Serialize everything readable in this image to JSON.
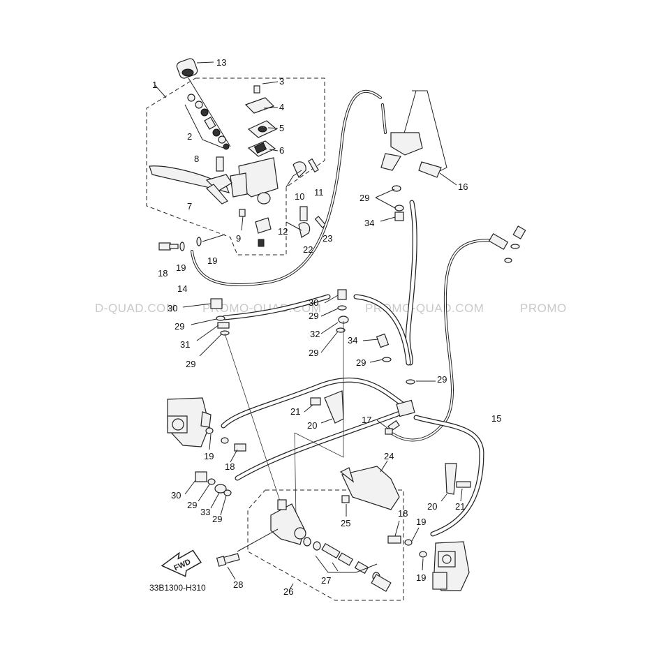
{
  "diagram_code": "33B1300-H310",
  "fwd_label": "FWD",
  "watermark": "PROMO-QUAD.COM",
  "watermark_fragments": {
    "left": "D-QUAD.COM",
    "right": "PROMO"
  },
  "callouts": {
    "c13": "13",
    "c1": "1",
    "c3": "3",
    "c4": "4",
    "c5": "5",
    "c2": "2",
    "c6": "6",
    "c8": "8",
    "c11": "11",
    "c10": "10",
    "c7": "7",
    "c12": "12",
    "c9": "9",
    "c22": "22",
    "c23": "23",
    "c18a": "18",
    "c19a": "19",
    "c19b": "19",
    "c14": "14",
    "c16": "16",
    "c29a": "29",
    "c34a": "34",
    "c30a": "30",
    "c29b": "29",
    "c31": "31",
    "c29c": "29",
    "c30b": "30",
    "c29d": "29",
    "c32": "32",
    "c34b": "34",
    "c29e": "29",
    "c29f": "29",
    "c29g": "29",
    "c21a": "21",
    "c20a": "20",
    "c17": "17",
    "c15": "15",
    "c19c": "19",
    "c18b": "18",
    "c24": "24",
    "c30c": "30",
    "c29h": "29",
    "c33": "33",
    "c29i": "29",
    "c25": "25",
    "c20b": "20",
    "c21b": "21",
    "c18c": "18",
    "c19d": "19",
    "c19e": "19",
    "c28": "28",
    "c27": "27",
    "c26": "26"
  }
}
